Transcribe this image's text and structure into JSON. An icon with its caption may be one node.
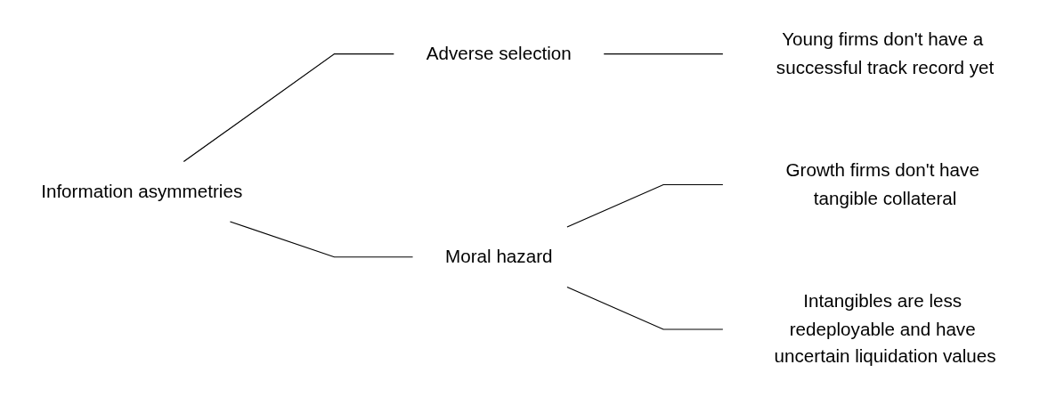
{
  "diagram": {
    "nodes": [
      {
        "text": [
          "Information asymmetries"
        ]
      },
      {
        "text": [
          "Adverse selection"
        ]
      },
      {
        "text": [
          "Moral hazard"
        ]
      },
      {
        "text": [
          "Young firms don't have a successful track record yet"
        ]
      },
      {
        "text": [
          "Growth firms don't have tangible collateral"
        ]
      },
      {
        "text": [
          "Intangibles are less redeployable and have uncertain liquidation values"
        ]
      }
    ],
    "edges": [
      {
        "from": 0,
        "to": 1,
        "arrow": "none"
      },
      {
        "from": 0,
        "to": 2,
        "arrow": "none"
      },
      {
        "from": 1,
        "to": 3,
        "arrow": "none"
      },
      {
        "from": 2,
        "to": 4,
        "arrow": "none"
      },
      {
        "from": 2,
        "to": 5,
        "arrow": "none"
      }
    ]
  }
}
